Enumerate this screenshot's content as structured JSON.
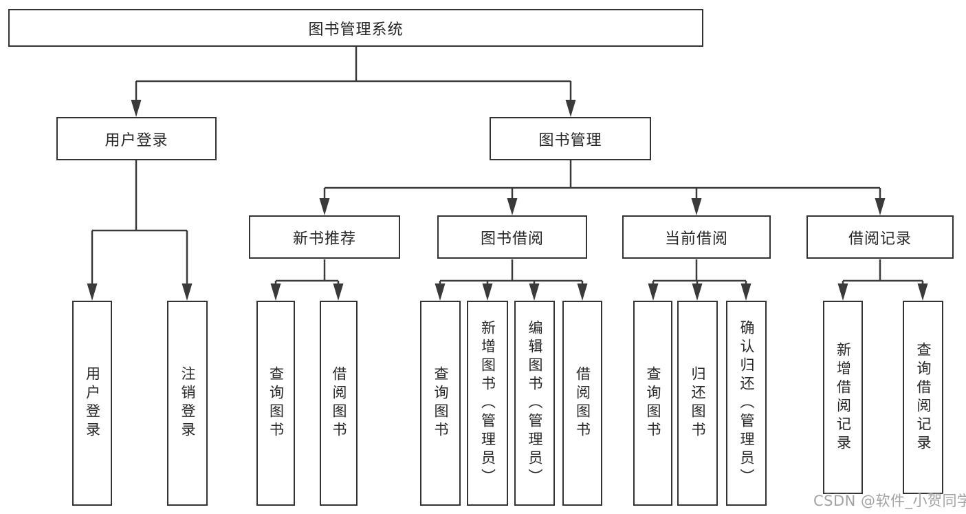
{
  "diagram": {
    "root": {
      "label": "图书管理系统"
    },
    "branches": [
      {
        "label": "用户登录",
        "leaves": [
          "用户登录",
          "注销登录"
        ]
      },
      {
        "label": "图书管理",
        "children": [
          {
            "label": "新书推荐",
            "leaves": [
              "查询图书",
              "借阅图书"
            ]
          },
          {
            "label": "图书借阅",
            "leaves": [
              "查询图书",
              "新增图书（管理员）",
              "编辑图书（管理员）",
              "借阅图书"
            ]
          },
          {
            "label": "当前借阅",
            "leaves": [
              "查询图书",
              "归还图书",
              "确认归还（管理员）"
            ]
          },
          {
            "label": "借阅记录",
            "leaves": [
              "新增借阅记录",
              "查询借阅记录"
            ]
          }
        ]
      }
    ],
    "watermark": "CSDN @软件_小贺同学",
    "colors": {
      "line": "#3a3a3a",
      "border": "#333333",
      "fill": "#ffffff",
      "text": "#262626",
      "watermark": "#a3a3a3",
      "background": "#ffffff"
    }
  }
}
